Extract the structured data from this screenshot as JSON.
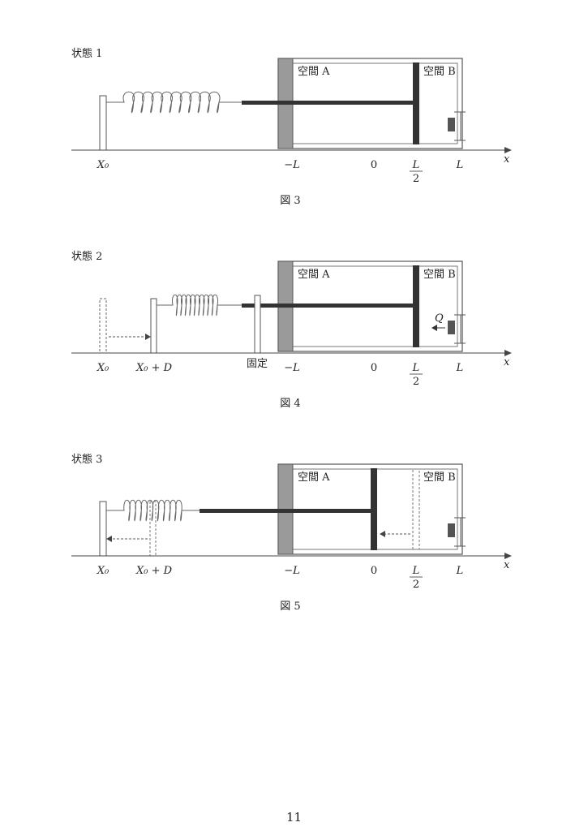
{
  "figures": [
    {
      "state_label": "状態 1",
      "caption": "図 3",
      "space_a": "空間 A",
      "space_b": "空間 B",
      "axis_x": "x",
      "ticks": {
        "x0": "X₀",
        "neg_l": "−L",
        "zero": "0",
        "l_num": "L",
        "l_den": "2",
        "l": "L"
      }
    },
    {
      "state_label": "状態 2",
      "caption": "図 4",
      "space_a": "空間 A",
      "space_b": "空間 B",
      "axis_x": "x",
      "heat_label": "Q",
      "fixed_label": "固定",
      "ticks": {
        "x0": "X₀",
        "x0d": "X₀ + D",
        "neg_l": "−L",
        "zero": "0",
        "l_num": "L",
        "l_den": "2",
        "l": "L"
      }
    },
    {
      "state_label": "状態 3",
      "caption": "図 5",
      "space_a": "空間 A",
      "space_b": "空間 B",
      "axis_x": "x",
      "ticks": {
        "x0": "X₀",
        "x0d": "X₀ + D",
        "neg_l": "−L",
        "zero": "0",
        "l_num": "L",
        "l_den": "2",
        "l": "L"
      }
    }
  ],
  "page_number": "11"
}
